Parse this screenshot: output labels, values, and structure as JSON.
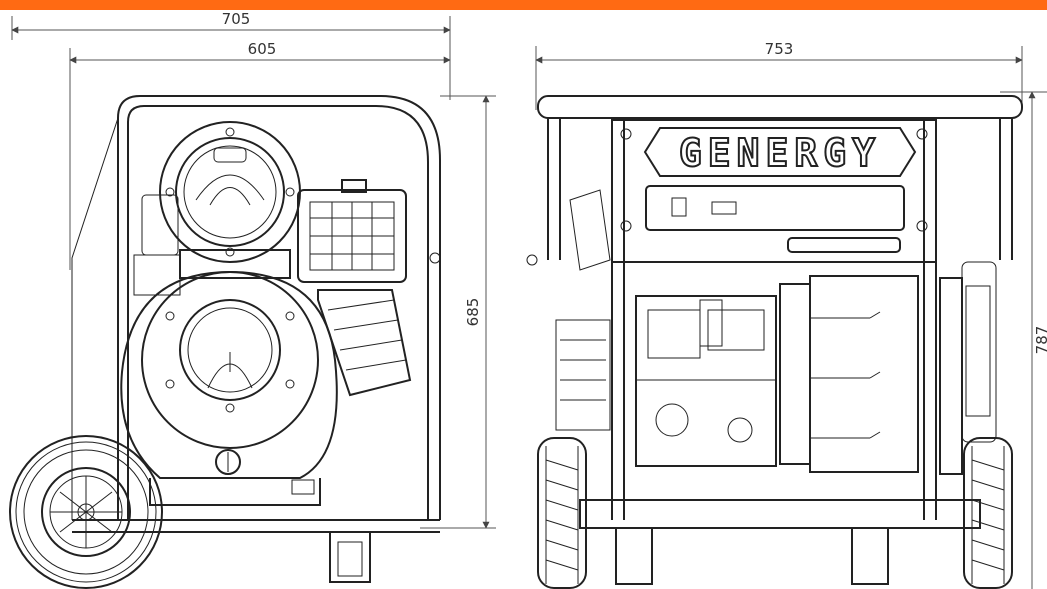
{
  "brand": {
    "logo_text": "GENERGY",
    "accent_color": "#ff6a13"
  },
  "side_view": {
    "width_overall": "705",
    "width_frame": "605",
    "height": "685"
  },
  "front_view": {
    "width": "753",
    "height": "787"
  }
}
